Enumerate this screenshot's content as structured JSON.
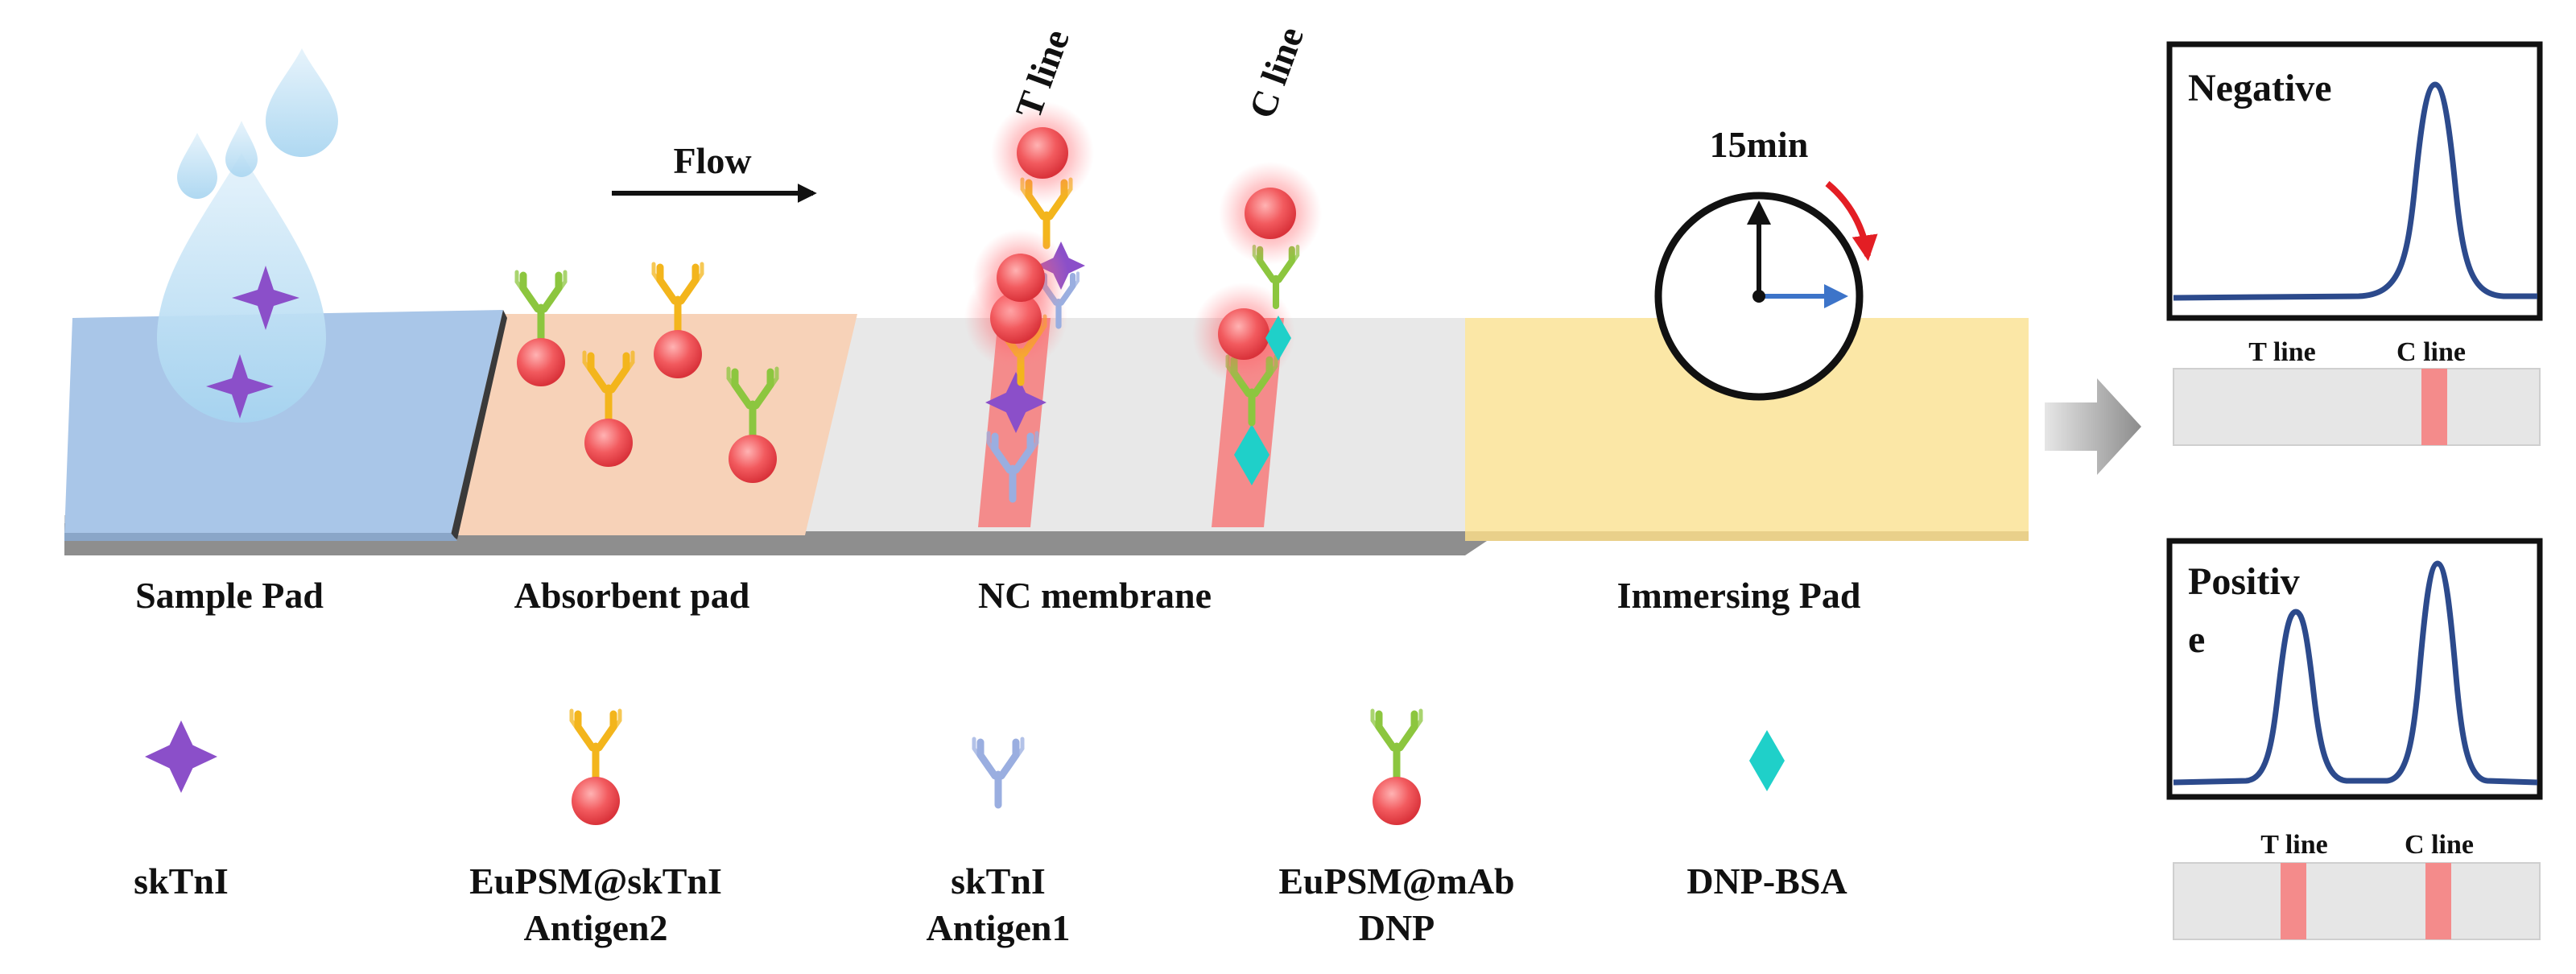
{
  "flow_label": "Flow",
  "time_label": "15min",
  "strip_line_labels": {
    "t": "T line",
    "c": "C line"
  },
  "pads": {
    "sample": "Sample Pad",
    "absorbent": "Absorbent pad",
    "membrane": "NC membrane",
    "immersing": "Immersing Pad"
  },
  "legend": [
    {
      "line1": "skTnI",
      "line2": "",
      "icon": "star-icon"
    },
    {
      "line1": "EuPSM@skTnI",
      "line2": "Antigen2",
      "icon": "yellow-antibody-bead-icon"
    },
    {
      "line1": "skTnI",
      "line2": "Antigen1",
      "icon": "blue-antibody-icon"
    },
    {
      "line1": "EuPSM@mAb",
      "line2": "DNP",
      "icon": "green-antibody-bead-icon"
    },
    {
      "line1": "DNP-BSA",
      "line2": "",
      "icon": "diamond-icon"
    }
  ],
  "results": {
    "negative": {
      "title": "Negative",
      "t_label": "T line",
      "c_label": "C line",
      "t_band": false,
      "c_band": true
    },
    "positive": {
      "title_line1": "Positiv",
      "title_line2": "e",
      "t_label": "T line",
      "c_label": "C line",
      "t_band": true,
      "c_band": true
    }
  },
  "colors": {
    "sample_pad": "#a9c6e8",
    "absorbent_pad": "#f7d2b8",
    "membrane": "#e8e8e8",
    "immersing_pad": "#fbe7a6",
    "band": "#f48b8b",
    "bead": "#ef4b50",
    "antibody_yellow": "#f3b51c",
    "antibody_green": "#8cc63f",
    "antibody_blue": "#9aaee0",
    "star": "#8b4fc9",
    "diamond": "#1fd0c9",
    "peak_line": "#2c4a8c",
    "arrow_red": "#e31e24",
    "arrow_blue": "#3d74c9"
  }
}
